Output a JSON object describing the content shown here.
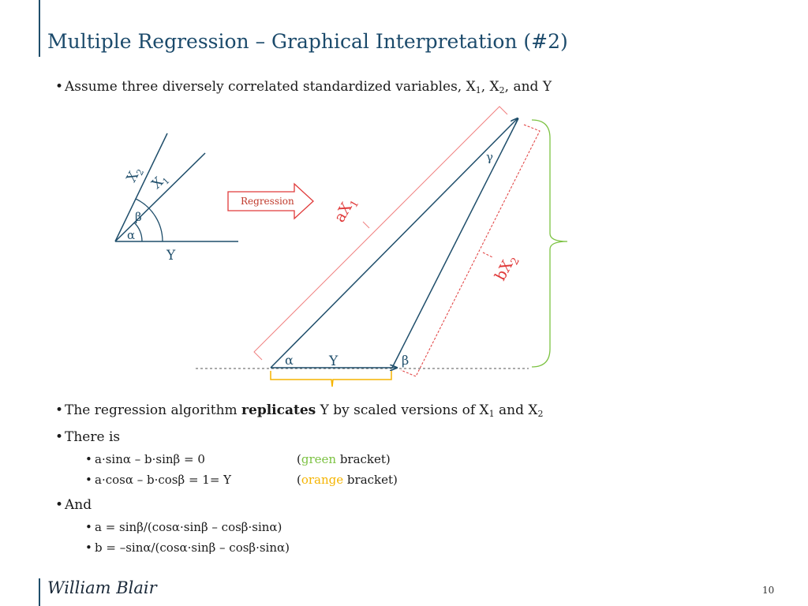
{
  "title": "Multiple Regression – Graphical Interpretation (#2)",
  "intro": {
    "text": "Assume three diversely correlated standardized variables, X",
    "sub1": "1",
    "mid1": ", X",
    "sub2": "2",
    "end": ", and Y"
  },
  "diagram": {
    "left": {
      "x2_label": "X",
      "x2_sub": "2",
      "x1_label": "X",
      "x1_sub": "1",
      "beta": "β",
      "alpha": "α",
      "y": "Y"
    },
    "arrow_label": "Regression",
    "right": {
      "gamma": "γ",
      "alpha": "α",
      "beta": "β",
      "y": "Y",
      "ax1_label": "aX",
      "ax1_sub": "1",
      "bx2_label": "bX",
      "bx2_sub": "2"
    },
    "colors": {
      "vector": "#1f4e6b",
      "red_bracket": "#f08080",
      "red_dashed": "#e03a3a",
      "green_bracket": "#7cc242",
      "orange_bracket": "#f5b400",
      "label_red": "#e03a3a"
    }
  },
  "replicates": {
    "pre": "The regression algorithm ",
    "bold": "replicates",
    "mid": " Y by scaled versions of X",
    "sub1": "1",
    "and": " and X",
    "sub2": "2"
  },
  "there_is": "There is",
  "eq1": "a·sinα – b·sinβ = 0",
  "eq1_note": {
    "open": "(",
    "color_word": "green",
    "rest": " bracket)"
  },
  "eq2": "a·cosα – b·cosβ = 1= Y",
  "eq2_note": {
    "open": "(",
    "color_word": "orange",
    "rest": " bracket)"
  },
  "and": "And",
  "eq3": "a =    sinβ/(cosα·sinβ – cosβ·sinα)",
  "eq4": "b = –sinα/(cosα·sinβ – cosβ·sinα)",
  "logo": "William Blair",
  "page_number": "10"
}
